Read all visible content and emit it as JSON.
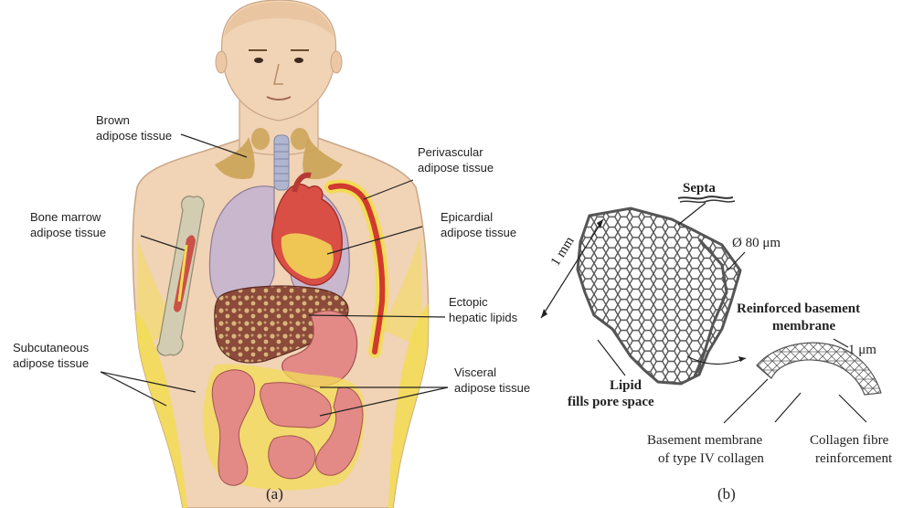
{
  "panel_a": {
    "caption": "(a)",
    "labels": {
      "brown": [
        "Brown",
        "adipose tissue"
      ],
      "perivascular": [
        "Perivascular",
        "adipose tissue"
      ],
      "bone_marrow": [
        "Bone marrow",
        "adipose tissue"
      ],
      "epicardial": [
        "Epicardial",
        "adipose tissue"
      ],
      "ectopic": [
        "Ectopic",
        "hepatic lipids"
      ],
      "subcutaneous": [
        "Subcutaneous",
        "adipose tissue"
      ],
      "visceral": [
        "Visceral",
        "adipose tissue"
      ]
    }
  },
  "panel_b": {
    "caption": "(b)",
    "labels": {
      "septa": "Septa",
      "scale": "1 mm",
      "pore": "Ø 80 μm",
      "lipid": [
        "Lipid",
        "fills pore space"
      ],
      "reinforced": [
        "Reinforced basement",
        "membrane"
      ],
      "thickness": "1 μm",
      "basement": [
        "Basement membrane",
        "of type IV collagen"
      ],
      "collagen": [
        "Collagen fibre",
        "reinforcement"
      ]
    }
  },
  "colors": {
    "skin": "#f1d3b5",
    "fat_yellow": "#f2dc57",
    "brown_fat": "#c9a050",
    "lung": "#c9b8cd",
    "heart": "#d94e45",
    "liver": "#8b4a3a",
    "bone": "#d2cdb2",
    "intestine": "#e38a86",
    "honeycomb": "#555555"
  }
}
